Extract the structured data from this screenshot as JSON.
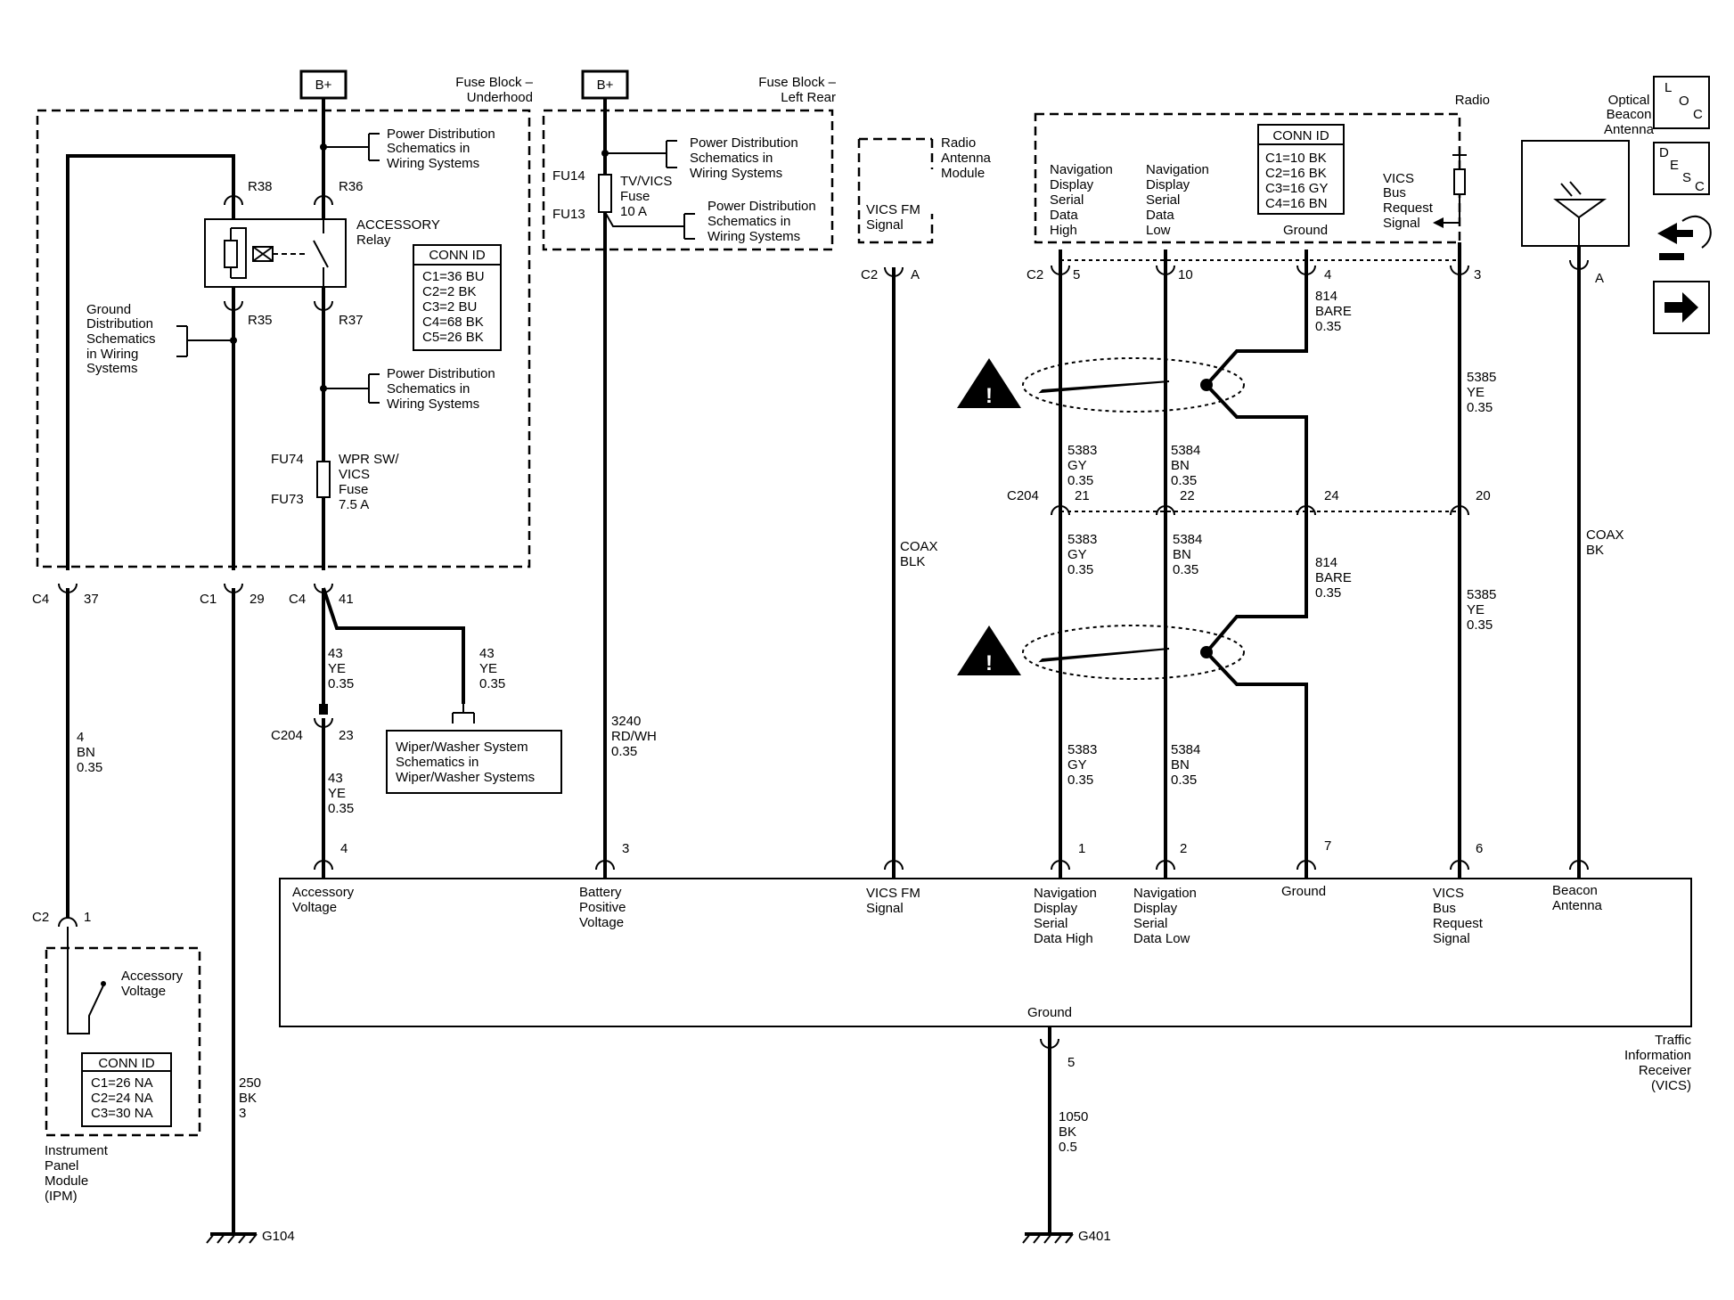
{
  "underhood": {
    "bplus": "B+",
    "title": [
      "Fuse Block –",
      "Underhood"
    ],
    "power_dist_1": [
      "Power Distribution",
      "Schematics in",
      "Wiring Systems"
    ],
    "power_dist_2": [
      "Power Distribution",
      "Schematics in",
      "Wiring Systems"
    ],
    "ground_dist": [
      "Ground",
      "Distribution",
      "Schematics",
      "in Wiring",
      "Systems"
    ],
    "r38": "R38",
    "r36": "R36",
    "r35": "R35",
    "r37": "R37",
    "relay": [
      "ACCESSORY",
      "Relay"
    ],
    "conn_title": "CONN ID",
    "conn": [
      "C1=36 BU",
      "C2=2 BK",
      "C3=2 BU",
      "C4=68 BK",
      "C5=26 BK"
    ],
    "fu74": "FU74",
    "fu73": "FU73",
    "fuse": [
      "WPR SW/",
      "VICS",
      "Fuse",
      "7.5 A"
    ],
    "c4": "C4",
    "p37": "37",
    "c1": "C1",
    "p29": "29",
    "c4b": "C4",
    "p41": "41"
  },
  "leftrear": {
    "bplus": "B+",
    "title": [
      "Fuse Block –",
      "Left Rear"
    ],
    "fu14": "FU14",
    "fu13": "FU13",
    "fuse": [
      "TV/VICS",
      "Fuse",
      "10 A"
    ],
    "power_dist_1": [
      "Power Distribution",
      "Schematics in",
      "Wiring Systems"
    ],
    "power_dist_2": [
      "Power Distribution",
      "Schematics in",
      "Wiring Systems"
    ]
  },
  "antenna_module": {
    "title": [
      "Radio",
      "Antenna",
      "Module"
    ],
    "signal": [
      "VICS FM",
      "Signal"
    ],
    "c2": "C2",
    "pa": "A"
  },
  "radio": {
    "title": "Radio",
    "nav_high": [
      "Navigation",
      "Display",
      "Serial",
      "Data",
      "High"
    ],
    "nav_low": [
      "Navigation",
      "Display",
      "Serial",
      "Data",
      "Low"
    ],
    "conn_title": "CONN ID",
    "conn": [
      "C1=10 BK",
      "C2=16 BK",
      "C3=16 GY",
      "C4=16 BN"
    ],
    "ground": "Ground",
    "vics_bus": [
      "VICS",
      "Bus",
      "Request",
      "Signal"
    ],
    "c2": "C2",
    "p5": "5",
    "p10": "10",
    "p4": "4",
    "p3": "3"
  },
  "beacon": {
    "title": [
      "Optical",
      "Beacon",
      "Antenna"
    ],
    "pa": "A"
  },
  "nav_icons": {
    "loc": [
      "L",
      "O",
      "C"
    ],
    "desc": [
      "D",
      "E",
      "S",
      "C"
    ]
  },
  "wires": {
    "w4bn": [
      "4",
      "BN",
      "0.35"
    ],
    "w43a": [
      "43",
      "YE",
      "0.35"
    ],
    "w43b": [
      "43",
      "YE",
      "0.35"
    ],
    "w43c": [
      "43",
      "YE",
      "0.35"
    ],
    "c204_23": [
      "C204",
      "23"
    ],
    "wiper_box": [
      "Wiper/Washer System",
      "Schematics in",
      "Wiper/Washer Systems"
    ],
    "w3240": [
      "3240",
      "RD/WH",
      "0.35"
    ],
    "coax_blk": [
      "COAX",
      "BLK"
    ],
    "w814a": [
      "814",
      "BARE",
      "0.35"
    ],
    "w5383a": [
      "5383",
      "GY",
      "0.35"
    ],
    "w5384a": [
      "5384",
      "BN",
      "0.35"
    ],
    "w5385a": [
      "5385",
      "YE",
      "0.35"
    ],
    "c204": "C204",
    "c204_pins": [
      "21",
      "22",
      "24",
      "20"
    ],
    "w5383b": [
      "5383",
      "GY",
      "0.35"
    ],
    "w5384b": [
      "5384",
      "BN",
      "0.35"
    ],
    "w814b": [
      "814",
      "BARE",
      "0.35"
    ],
    "w5385b": [
      "5385",
      "YE",
      "0.35"
    ],
    "w5383c": [
      "5383",
      "GY",
      "0.35"
    ],
    "w5384c": [
      "5384",
      "BN",
      "0.35"
    ],
    "coax_bk": [
      "COAX",
      "BK"
    ],
    "w250": [
      "250",
      "BK",
      "3"
    ],
    "w1050": [
      "1050",
      "BK",
      "0.5"
    ]
  },
  "receiver": {
    "pins": [
      "4",
      "3",
      "1",
      "2",
      "7",
      "6",
      "5"
    ],
    "acc": [
      "Accessory",
      "Voltage"
    ],
    "bat": [
      "Battery",
      "Positive",
      "Voltage"
    ],
    "vicsfm": [
      "VICS FM",
      "Signal"
    ],
    "navh": [
      "Navigation",
      "Display",
      "Serial",
      "Data High"
    ],
    "navl": [
      "Navigation",
      "Display",
      "Serial",
      "Data Low"
    ],
    "ground_pin": "Ground",
    "vicsbus": [
      "VICS",
      "Bus",
      "Request",
      "Signal"
    ],
    "beacon": [
      "Beacon",
      "Antenna"
    ],
    "ground": "Ground",
    "title": [
      "Traffic",
      "Information",
      "Receiver",
      "(VICS)"
    ]
  },
  "ipm": {
    "c2": "C2",
    "p1": "1",
    "acc": [
      "Accessory",
      "Voltage"
    ],
    "conn_title": "CONN ID",
    "conn": [
      "C1=26 NA",
      "C2=24 NA",
      "C3=30 NA"
    ],
    "title": [
      "Instrument",
      "Panel",
      "Module",
      "(IPM)"
    ]
  },
  "grounds": {
    "g104": "G104",
    "g401": "G401"
  }
}
